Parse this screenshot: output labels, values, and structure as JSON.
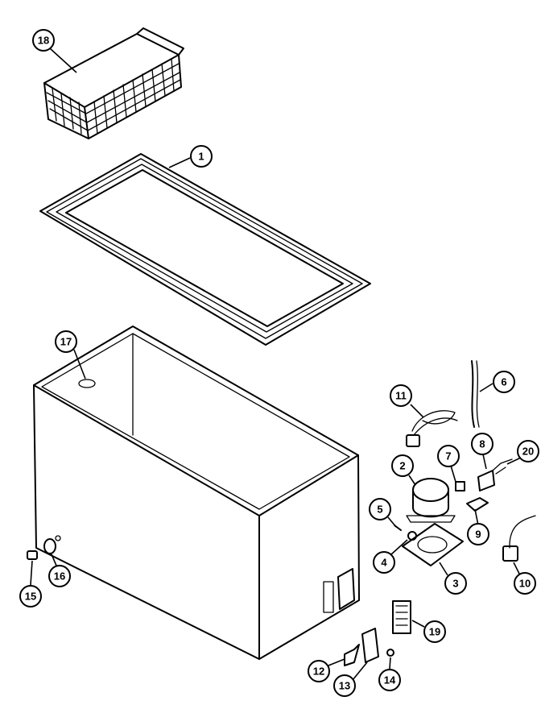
{
  "diagram": {
    "callouts": [
      {
        "id": "18",
        "label": "18"
      },
      {
        "id": "1",
        "label": "1"
      },
      {
        "id": "17",
        "label": "17"
      },
      {
        "id": "11",
        "label": "11"
      },
      {
        "id": "6",
        "label": "6"
      },
      {
        "id": "8",
        "label": "8"
      },
      {
        "id": "20",
        "label": "20"
      },
      {
        "id": "7",
        "label": "7"
      },
      {
        "id": "2",
        "label": "2"
      },
      {
        "id": "5",
        "label": "5"
      },
      {
        "id": "9",
        "label": "9"
      },
      {
        "id": "4",
        "label": "4"
      },
      {
        "id": "3",
        "label": "3"
      },
      {
        "id": "10",
        "label": "10"
      },
      {
        "id": "19",
        "label": "19"
      },
      {
        "id": "15",
        "label": "15"
      },
      {
        "id": "16",
        "label": "16"
      },
      {
        "id": "12",
        "label": "12"
      },
      {
        "id": "13",
        "label": "13"
      },
      {
        "id": "14",
        "label": "14"
      }
    ]
  }
}
